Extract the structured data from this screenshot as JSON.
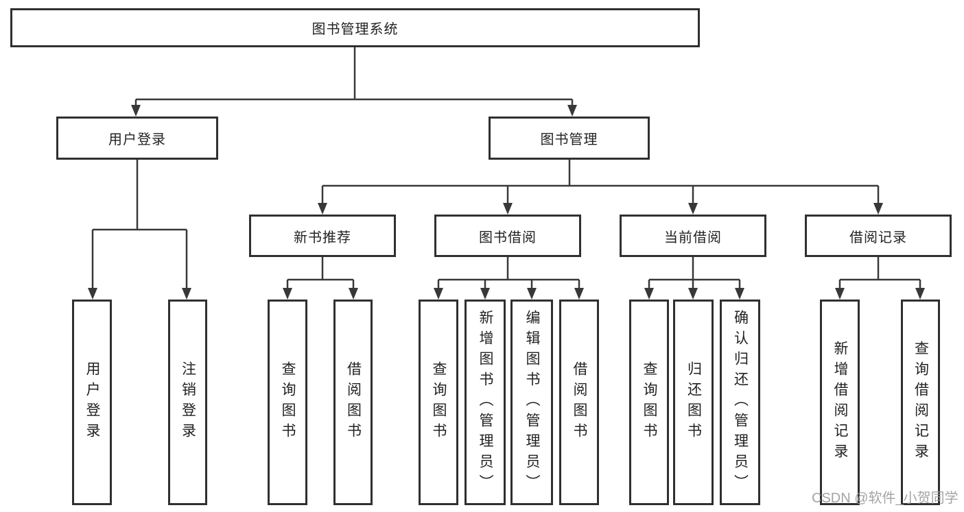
{
  "diagram": {
    "type": "hierarchy-tree",
    "root": {
      "label": "图书管理系统"
    },
    "branches": [
      {
        "label": "用户登录",
        "children": [
          {
            "label": "用户登录"
          },
          {
            "label": "注销登录"
          }
        ]
      },
      {
        "label": "图书管理",
        "children": [
          {
            "label": "新书推荐",
            "children": [
              {
                "label": "查询图书"
              },
              {
                "label": "借阅图书"
              }
            ]
          },
          {
            "label": "图书借阅",
            "children": [
              {
                "label": "查询图书"
              },
              {
                "label": "新增图书（管理员）"
              },
              {
                "label": "编辑图书（管理员）"
              },
              {
                "label": "借阅图书"
              }
            ]
          },
          {
            "label": "当前借阅",
            "children": [
              {
                "label": "查询图书"
              },
              {
                "label": "归还图书"
              },
              {
                "label": "确认归还（管理员）"
              }
            ]
          },
          {
            "label": "借阅记录",
            "children": [
              {
                "label": "新增借阅记录"
              },
              {
                "label": "查询借阅记录"
              }
            ]
          }
        ]
      }
    ]
  },
  "watermark": {
    "text": "CSDN @软件_小贺同学"
  },
  "colors": {
    "line": "#383838",
    "box_border": "#2f2f2f",
    "text": "#222222",
    "watermark": "#9d9d9d",
    "background": "#ffffff"
  }
}
